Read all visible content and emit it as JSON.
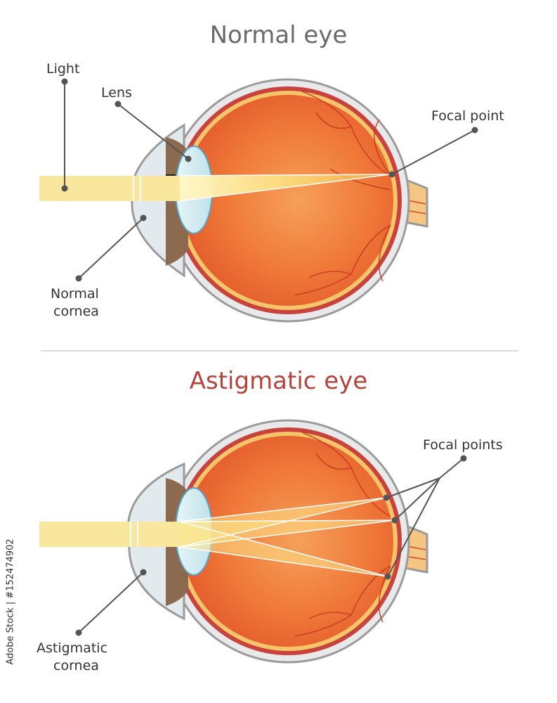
{
  "colors": {
    "title_normal": "#6a6a6a",
    "title_astigmatic": "#b5443c",
    "light_beam": "#f8e79c",
    "eye_body": "#ef6b2c",
    "sclera": "#e8e8ea",
    "lens": "#cde9ef"
  },
  "normal": {
    "title": "Normal eye",
    "labels": {
      "light": "Light",
      "lens": "Lens",
      "focal_point": "Focal point",
      "cornea_line1": "Normal",
      "cornea_line2": "cornea"
    }
  },
  "astigmatic": {
    "title": "Astigmatic eye",
    "labels": {
      "focal_points": "Focal points",
      "cornea_line1": "Astigmatic",
      "cornea_line2": "cornea"
    }
  },
  "watermark": {
    "stock_id": "Adobe Stock | #152474902"
  }
}
